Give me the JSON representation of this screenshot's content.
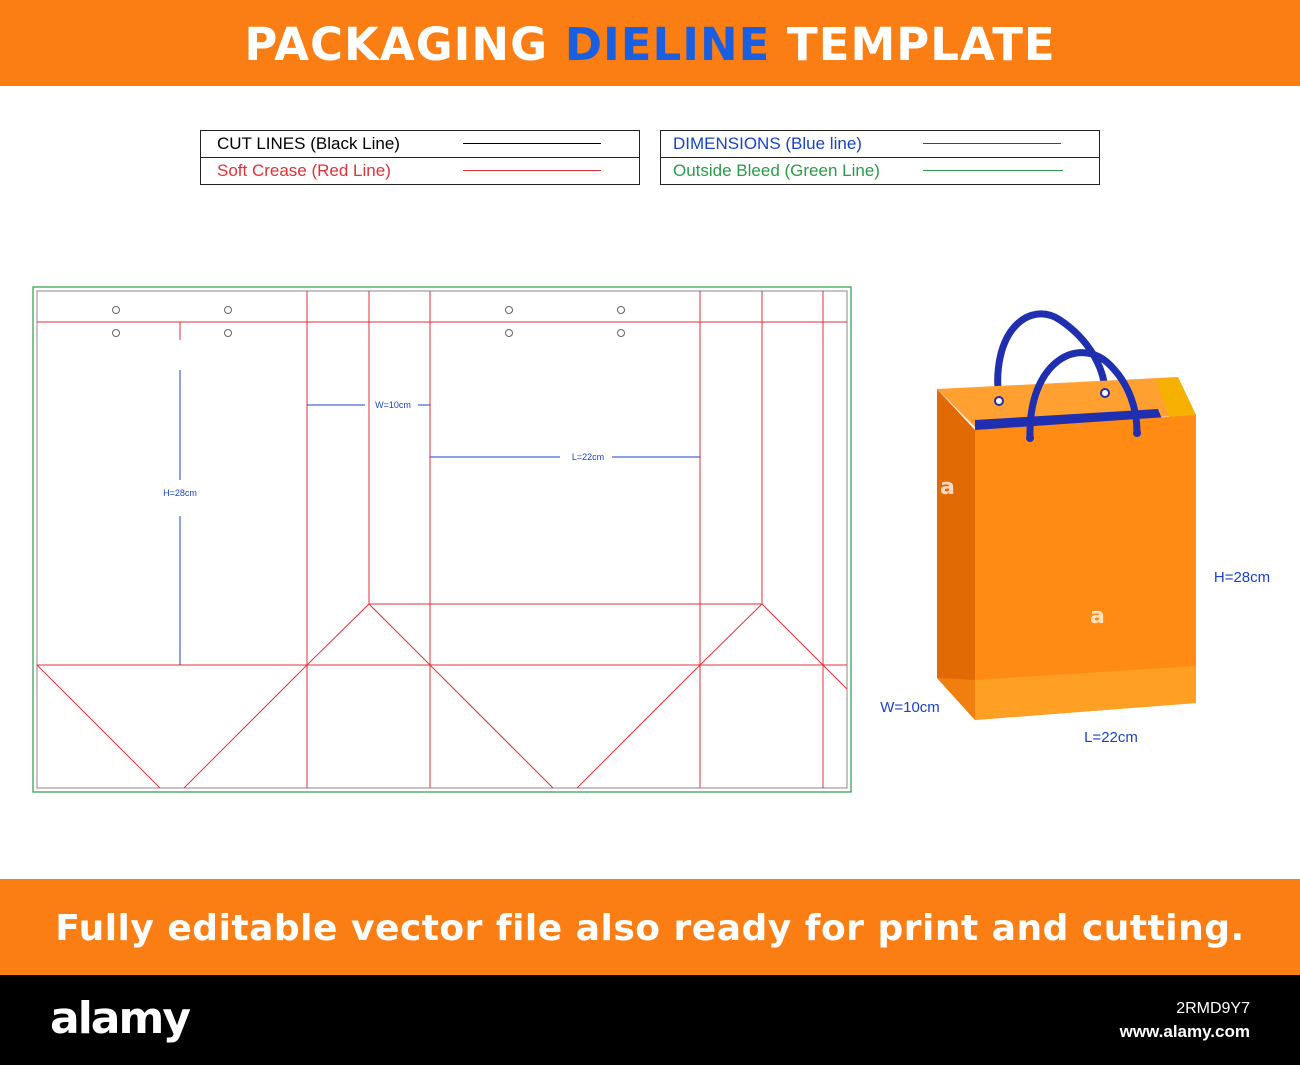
{
  "header": {
    "title_part1": "PACKAGING",
    "title_highlight": "DIELINE",
    "title_part2": "TEMPLATE"
  },
  "legend": {
    "cut_lines": "CUT LINES (Black Line)",
    "soft_crease": "Soft Crease (Red Line)",
    "dimensions": "DIMENSIONS (Blue line)",
    "outside_bleed": "Outside Bleed (Green Line)"
  },
  "dieline_labels": {
    "width": "W=10cm",
    "length": "L=22cm",
    "height": "H=28cm"
  },
  "bag_labels": {
    "height": "H=28cm",
    "width": "W=10cm",
    "length": "L=22cm"
  },
  "footer_banner": {
    "tagline": "Fully editable vector file also ready for print and cutting."
  },
  "watermark": {
    "logo": "alamy",
    "image_id": "2RMD9Y7",
    "url": "www.alamy.com"
  },
  "colors": {
    "banner": "#fb7e14",
    "highlight_blue": "#1a5fe0",
    "cut_line": "#000000",
    "crease_line": "#e0303a",
    "dimension_line": "#1743c4",
    "bleed_line": "#2a9b48",
    "bag_orange": "#ff8a14",
    "bag_handle": "#1f2fb0"
  }
}
